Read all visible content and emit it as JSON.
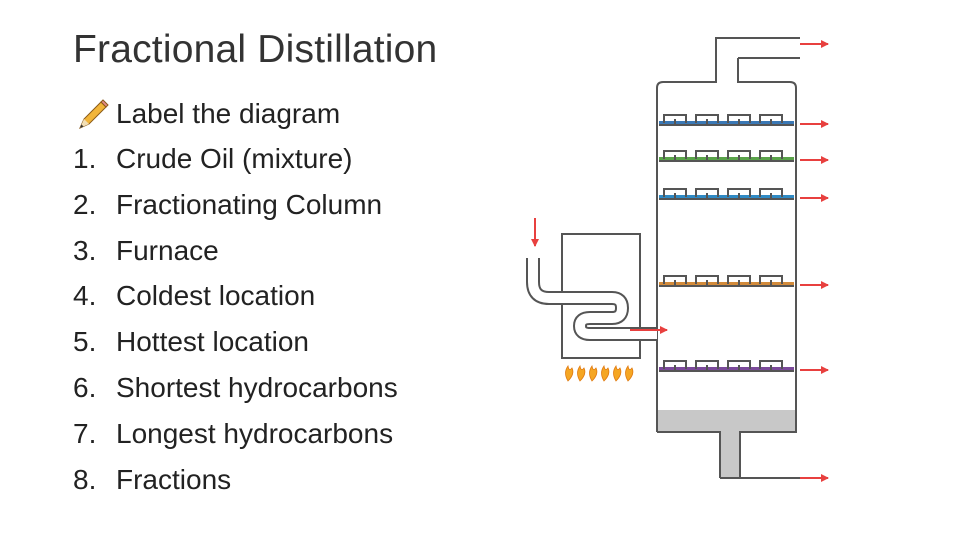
{
  "slide": {
    "title": "Fractional Distillation",
    "instruction": "Label the diagram",
    "items": [
      {
        "number": "1.",
        "text": "Crude Oil (mixture)"
      },
      {
        "number": "2.",
        "text": "Fractionating Column"
      },
      {
        "number": "3.",
        "text": "Furnace"
      },
      {
        "number": "4.",
        "text": "Coldest location"
      },
      {
        "number": "5.",
        "text": "Hottest location"
      },
      {
        "number": "6.",
        "text": "Shortest hydrocarbons"
      },
      {
        "number": "7.",
        "text": "Longest hydrocarbons"
      },
      {
        "number": "8.",
        "text": "Fractions"
      }
    ]
  },
  "diagram": {
    "tray_colors": [
      "#3a78b5",
      "#5aa34a",
      "#2f8ac4",
      "#d28a3a",
      "#7b4a9a"
    ],
    "residue_color": "#c8c8c8",
    "arrow_color": "#e8403f",
    "flame_color": "#f5a623"
  }
}
